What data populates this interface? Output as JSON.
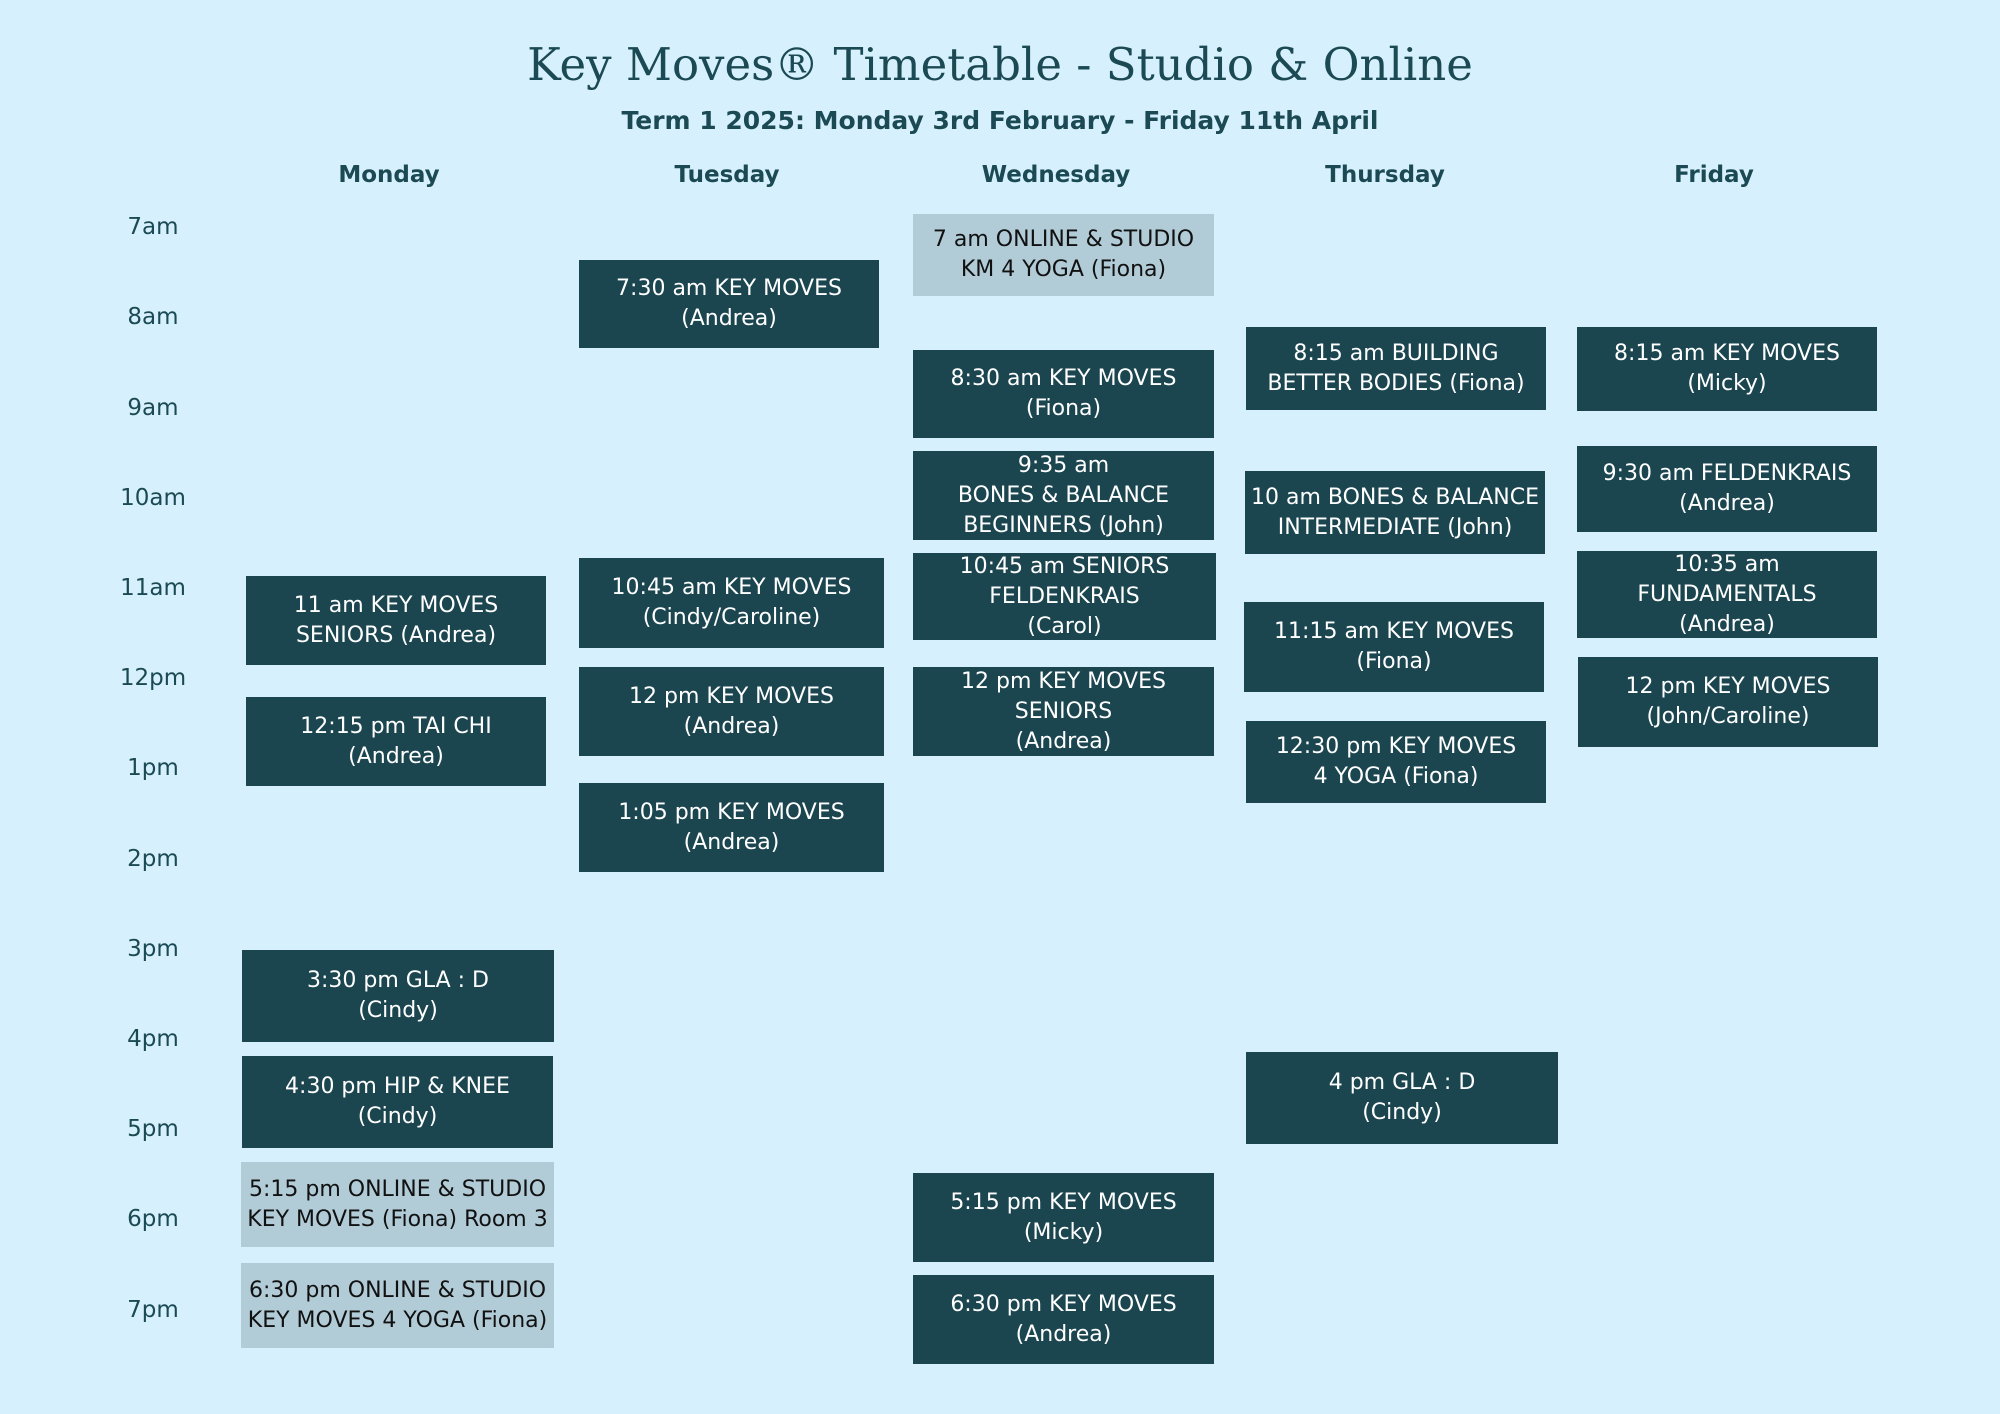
{
  "title": "Key Moves® Timetable - Studio & Online",
  "subtitle": "Term 1 2025: Monday 3rd February - Friday 11th April",
  "days": [
    "Monday",
    "Tuesday",
    "Wednesday",
    "Thursday",
    "Friday"
  ],
  "hours": [
    "7am",
    "8am",
    "9am",
    "10am",
    "11am",
    "12pm",
    "1pm",
    "2pm",
    "3pm",
    "4pm",
    "5pm",
    "6pm",
    "7pm"
  ],
  "classes": {
    "mon_1100": "11 am KEY MOVES\nSENIORS (Andrea)",
    "mon_1215": "12:15 pm TAI CHI\n(Andrea)",
    "mon_1530": "3:30 pm GLA : D\n(Cindy)",
    "mon_1630": "4:30 pm HIP & KNEE\n(Cindy)",
    "mon_1715": "5:15 pm ONLINE & STUDIO\nKEY MOVES (Fiona) Room 3",
    "mon_1830": "6:30 pm ONLINE & STUDIO\nKEY MOVES 4 YOGA (Fiona)",
    "tue_0730": "7:30 am KEY MOVES\n(Andrea)",
    "tue_1045": "10:45 am KEY MOVES\n(Cindy/Caroline)",
    "tue_1200": "12 pm KEY MOVES\n(Andrea)",
    "tue_1305": "1:05 pm KEY MOVES\n(Andrea)",
    "wed_0700": "7 am ONLINE & STUDIO\nKM 4 YOGA (Fiona)",
    "wed_0830": "8:30 am KEY MOVES\n(Fiona)",
    "wed_0935": "9:35 am\nBONES & BALANCE\nBEGINNERS (John)",
    "wed_1045": "10:45 am SENIORS\nFELDENKRAIS\n(Carol)",
    "wed_1200": "12 pm KEY MOVES\nSENIORS\n(Andrea)",
    "wed_1715": "5:15 pm KEY MOVES\n(Micky)",
    "wed_1830": "6:30 pm KEY MOVES\n(Andrea)",
    "thu_0815": "8:15 am BUILDING\nBETTER BODIES  (Fiona)",
    "thu_1000": "10 am BONES & BALANCE\nINTERMEDIATE (John)",
    "thu_1115": "11:15 am KEY MOVES\n(Fiona)",
    "thu_1230": "12:30 pm KEY MOVES\n4 YOGA (Fiona)",
    "thu_1600": "4 pm GLA : D\n(Cindy)",
    "fri_0815": "8:15 am KEY MOVES\n(Micky)",
    "fri_0930": "9:30 am FELDENKRAIS\n(Andrea)",
    "fri_1035": "10:35 am\nFUNDAMENTALS\n(Andrea)",
    "fri_1200": "12 pm KEY MOVES\n(John/Caroline)"
  },
  "colors": {
    "background": "#d6f1fd",
    "class_dark": "#1b4650",
    "class_online": "#b1cbd7",
    "heading": "#1b4a54"
  }
}
